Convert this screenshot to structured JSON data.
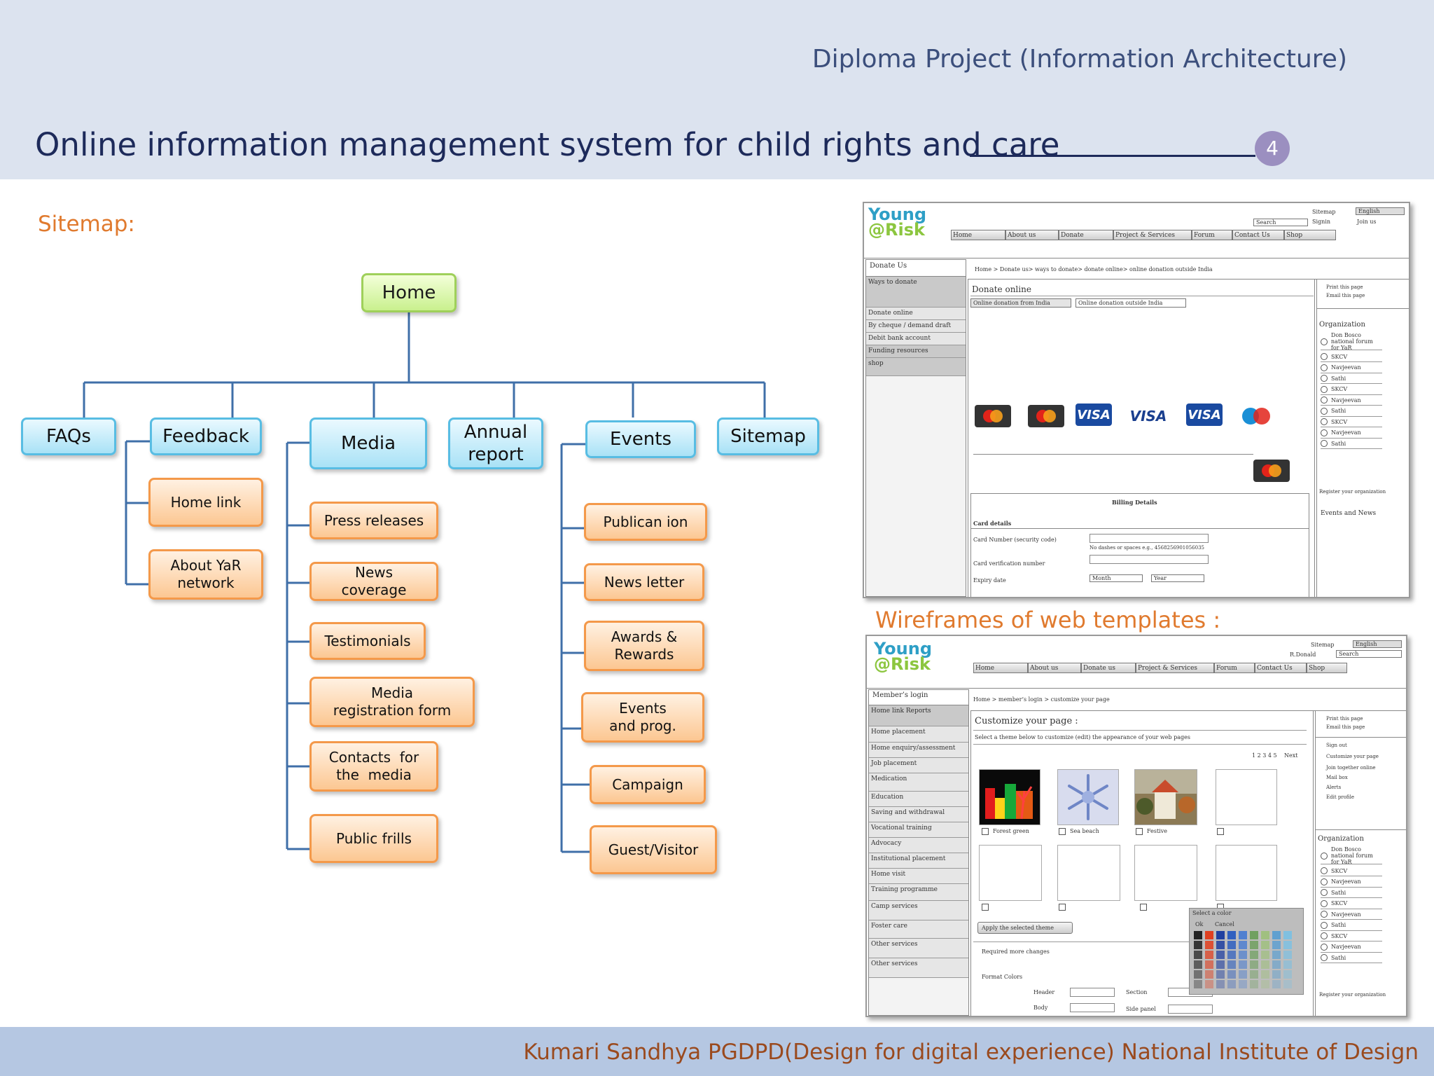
{
  "header": {
    "project_title": "Diploma Project (Information Architecture)",
    "slide_title": "Online information management system for child rights and care",
    "page_number": "4"
  },
  "footer": {
    "text": "Kumari Sandhya   PGDPD(Design for digital experience) National Institute of Design"
  },
  "sitemap": {
    "label": "Sitemap:",
    "home": "Home",
    "sections": {
      "faqs": "FAQs",
      "feedback": "Feedback",
      "media": "Media",
      "annual_report": "Annual report",
      "events": "Events",
      "sitemap": "Sitemap"
    },
    "feedback_children": [
      "Home link",
      "About YaR network"
    ],
    "media_children": [
      "Press releases",
      "News coverage",
      "Testimonials",
      "Media  registration form",
      "Contacts  for the  media",
      "Public frills"
    ],
    "events_children": [
      "Publican ion",
      "News letter",
      "Awards & Rewards",
      "Events and prog.",
      "Campaign",
      "Guest/Visitor"
    ]
  },
  "wireframes_label": "Wireframes of web templates :",
  "colors": {
    "home": "#c9f08e",
    "level1": "#a9e2f6",
    "level2": "#fcc792",
    "connector": "#3f6fa8",
    "label_orange": "#e07a2e"
  },
  "wf1": {
    "logo_top": "Young",
    "logo_bottom": "@Risk",
    "top_links": {
      "sitemap": "Sitemap",
      "signin": "Signin",
      "language": "English",
      "join": "Join us",
      "search": "Search"
    },
    "nav": [
      "Home",
      "About us",
      "Donate",
      "Project & Services",
      "Forum",
      "Contact Us",
      "Shop"
    ],
    "side_title": "Donate Us",
    "side_items": [
      "Ways to donate",
      "Donate  online",
      "By cheque / demand draft",
      "Debit bank account",
      "Funding resources",
      "shop"
    ],
    "breadcrumb": "Home > Donate us> ways to donate> donate online> online donation outside India",
    "main_title": "Donate online",
    "tabs": [
      "Online donation from India",
      "Online donation outside India"
    ],
    "cards": [
      "MasterCard",
      "MasterCard",
      "VISA",
      "VISA",
      "VISA",
      "Maestro",
      "MasterCard"
    ],
    "billing": {
      "title": "Billing Details",
      "card_details": "Card details",
      "card_number": "Card Number (security code)",
      "hint": "No dashes or spaces e.g., 4568256901056035",
      "cvn": "Card verification number",
      "expiry": "Expiry date",
      "month": "Month",
      "year": "Year"
    },
    "right": {
      "print": "Print this page",
      "email": "Email this page",
      "org_title": "Organization",
      "orgs": [
        "Don Bosco national forum for YaR",
        "SKCV",
        "Navjeevan",
        "Sathi",
        "SKCV",
        "Navjeevan",
        "Sathi",
        "SKCV",
        "Navjeevan",
        "Sathi"
      ],
      "register": "Register your organization",
      "events": "Events and News"
    }
  },
  "wf2": {
    "logo_top": "Young",
    "logo_bottom": "@Risk",
    "top_links": {
      "sitemap": "Sitemap",
      "language": "English",
      "user": "R.Donald",
      "search": "Search"
    },
    "nav": [
      "Home",
      "About us",
      "Donate  us",
      "Project & Services",
      "Forum",
      "Contact Us",
      "Shop"
    ],
    "side_title": "Member’s login",
    "side_items": [
      "Home  link Reports",
      "Home placement",
      "Home enquiry/assessment",
      "Job placement",
      "Medication",
      "Education",
      "Saving and withdrawal",
      "Vocational training",
      "Advocacy",
      "Institutional placement",
      "Home visit",
      "Training programme",
      "Camp services",
      "Foster care",
      "Other services",
      "Other services"
    ],
    "breadcrumb": "Home > member’s login > customize your page",
    "main_title": "Customize your page :",
    "instruction": "Select a theme below to customize (edit) the appearance of your web pages",
    "pager": "1 2 3 4 5",
    "next": "Next",
    "themes": [
      "Forest green",
      "Sea beach",
      "Festive"
    ],
    "apply": "Apply the selected theme",
    "more": "Required more changes",
    "format": "Format Colors",
    "fields": [
      "Header",
      "Body",
      "Section",
      "Side panel"
    ],
    "color_picker": {
      "title": "Select a color",
      "ok": "Ok",
      "cancel": "Cancel"
    },
    "right": {
      "links": [
        "Print this page",
        "Email this page",
        "Sign out",
        "Customize your page",
        "Join together online",
        "Mail box",
        "Alerts",
        "Edit profile"
      ],
      "org_title": "Organization",
      "orgs": [
        "Don Bosco national forum for YaR",
        "SKCV",
        "Navjeevan",
        "Sathi",
        "SKCV",
        "Navjeevan",
        "Sathi",
        "SKCV",
        "Navjeevan",
        "Sathi"
      ],
      "register": "Register your organization"
    }
  }
}
